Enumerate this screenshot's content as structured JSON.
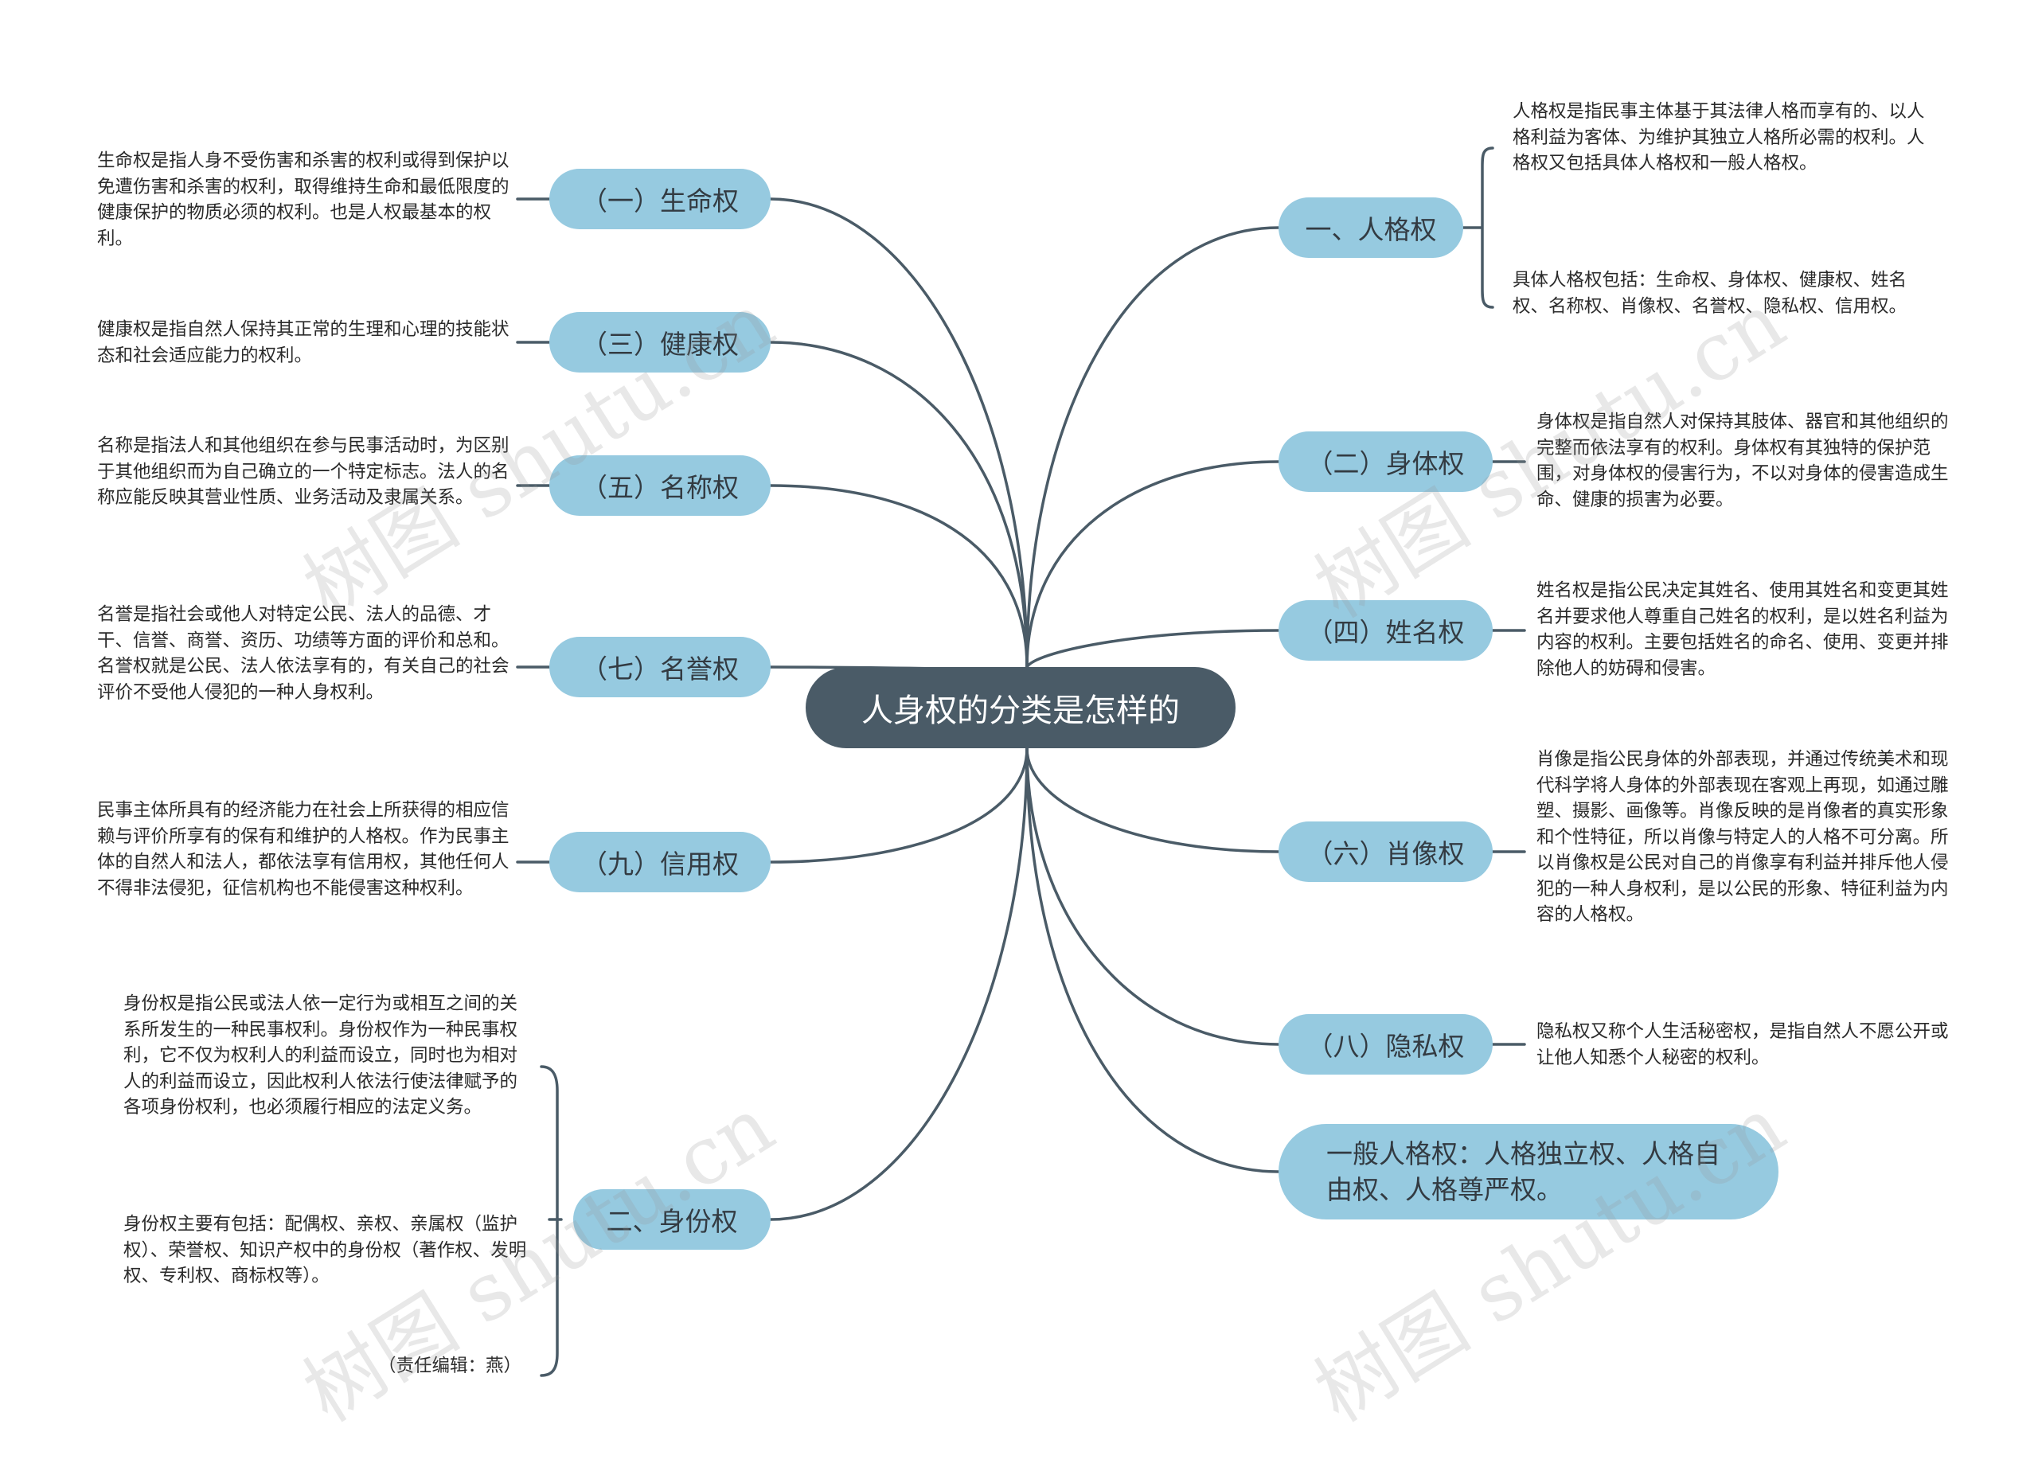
{
  "root": {
    "label": "人身权的分类是怎样的"
  },
  "left": {
    "life": {
      "label": "（一）生命权",
      "desc": "生命权是指人身不受伤害和杀害的权利或得到保护以免遭伤害和杀害的权利，取得维持生命和最低限度的健康保护的物质必须的权利。也是人权最基本的权利。"
    },
    "health": {
      "label": "（三）健康权",
      "desc": "健康权是指自然人保持其正常的生理和心理的技能状态和社会适应能力的权利。"
    },
    "name_right": {
      "label": "（五）名称权",
      "desc": "名称是指法人和其他组织在参与民事活动时，为区别于其他组织而为自己确立的一个特定标志。法人的名称应能反映其营业性质、业务活动及隶属关系。"
    },
    "reputation": {
      "label": "（七）名誉权",
      "desc": "名誉是指社会或他人对特定公民、法人的品德、才干、信誉、商誉、资历、功绩等方面的评价和总和。名誉权就是公民、法人依法享有的，有关自己的社会评价不受他人侵犯的一种人身权利。"
    },
    "credit": {
      "label": "（九）信用权",
      "desc": "民事主体所具有的经济能力在社会上所获得的相应信赖与评价所享有的保有和维护的人格权。作为民事主体的自然人和法人，都依法享有信用权，其他任何人不得非法侵犯，征信机构也不能侵害这种权利。"
    },
    "identity": {
      "label": "二、身份权",
      "desc1": "身份权是指公民或法人依一定行为或相互之间的关系所发生的一种民事权利。身份权作为一种民事权利，它不仅为权利人的利益而设立，同时也为相对人的利益而设立，因此权利人依法行使法律赋予的各项身份权利，也必须履行相应的法定义务。",
      "desc2": "身份权主要有包括：配偶权、亲权、亲属权（监护权）、荣誉权、知识产权中的身份权（著作权、发明权、专利权、商标权等）。",
      "editor": "（责任编辑：燕）"
    }
  },
  "right": {
    "personality": {
      "label": "一、人格权",
      "desc1": "人格权是指民事主体基于其法律人格而享有的、以人格利益为客体、为维护其独立人格所必需的权利。人格权又包括具体人格权和一般人格权。",
      "desc2": "具体人格权包括：生命权、身体权、健康权、姓名权、名称权、肖像权、名誉权、隐私权、信用权。"
    },
    "body": {
      "label": "（二）身体权",
      "desc": "身体权是指自然人对保持其肢体、器官和其他组织的完整而依法享有的权利。身体权有其独特的保护范围，对身体权的侵害行为，不以对身体的侵害造成生命、健康的损害为必要。"
    },
    "surname": {
      "label": "（四）姓名权",
      "desc": "姓名权是指公民决定其姓名、使用其姓名和变更其姓名并要求他人尊重自己姓名的权利，是以姓名利益为内容的权利。主要包括姓名的命名、使用、变更并排除他人的妨碍和侵害。"
    },
    "portrait": {
      "label": "（六）肖像权",
      "desc": "肖像是指公民身体的外部表现，并通过传统美术和现代科学将人身体的外部表现在客观上再现，如通过雕塑、摄影、画像等。肖像反映的是肖像者的真实形象和个性特征，所以肖像与特定人的人格不可分离。所以肖像权是公民对自己的肖像享有利益并排斥他人侵犯的一种人身权利，是以公民的形象、特征利益为内容的人格权。"
    },
    "privacy": {
      "label": "（八）隐私权",
      "desc": "隐私权又称个人生活秘密权，是指自然人不愿公开或让他人知悉个人秘密的权利。"
    },
    "general": {
      "label": "一般人格权：人格独立权、人格自由权、人格尊严权。"
    }
  },
  "watermark": {
    "text": "树图 shutu.cn"
  },
  "colors": {
    "root_bg": "#4a5b67",
    "node_bg": "#96cae0",
    "line": "#4a5b67"
  }
}
